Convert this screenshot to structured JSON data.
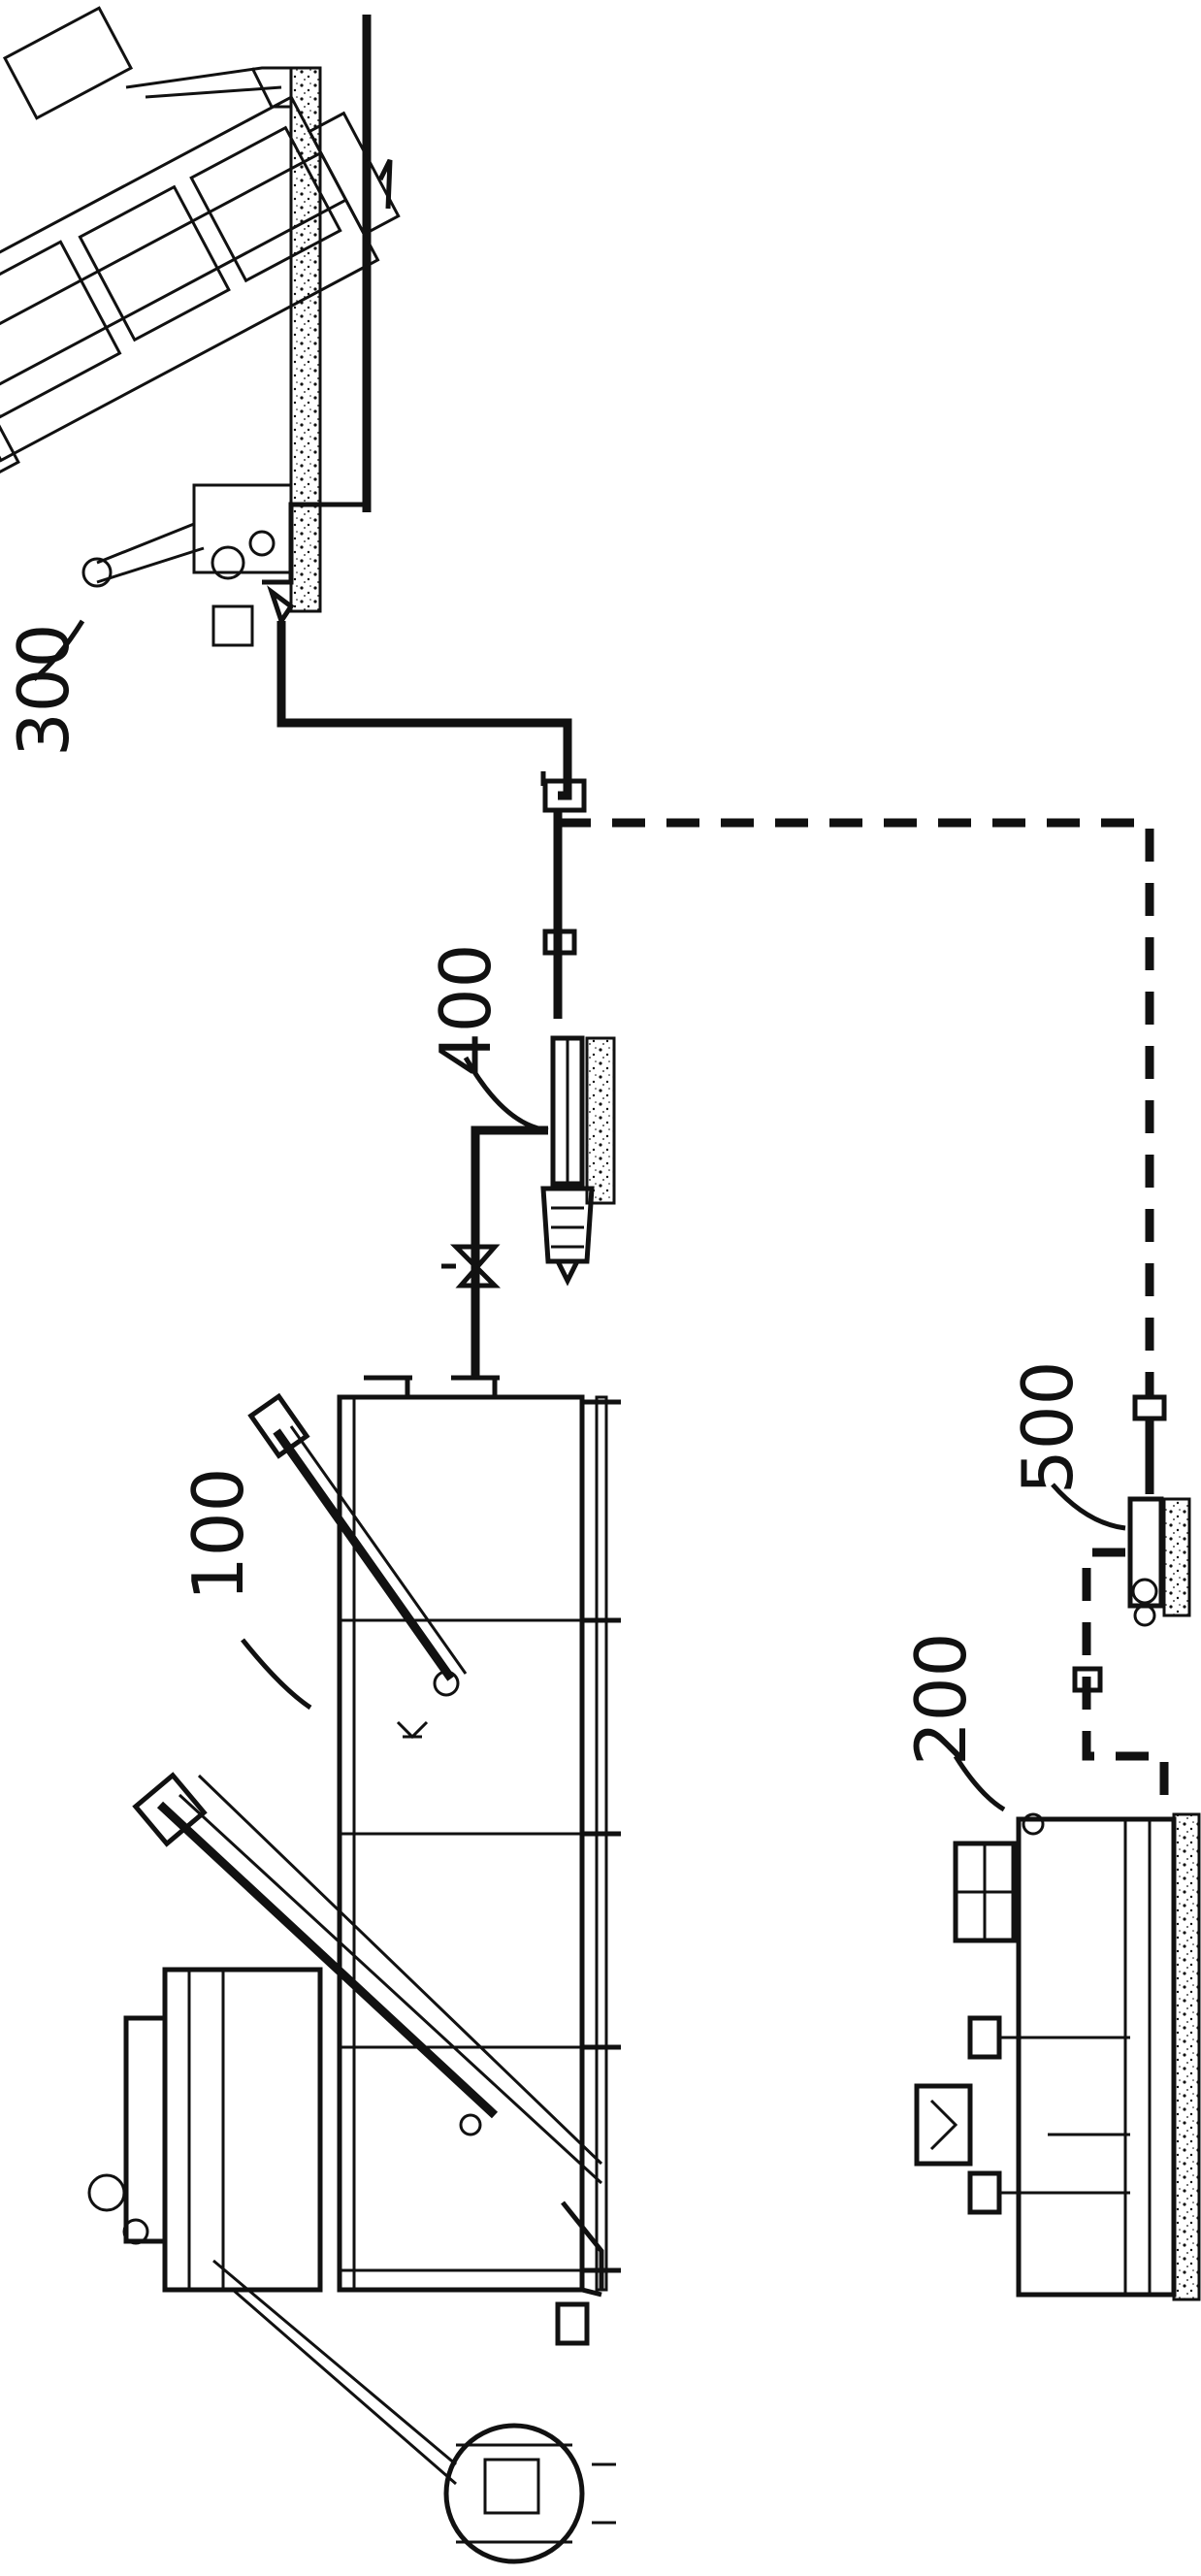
{
  "labels": {
    "unit_300": "300",
    "unit_400": "400",
    "unit_100": "100",
    "unit_500": "500",
    "unit_200": "200"
  },
  "colors": {
    "line": "#111111",
    "background": "#ffffff"
  }
}
